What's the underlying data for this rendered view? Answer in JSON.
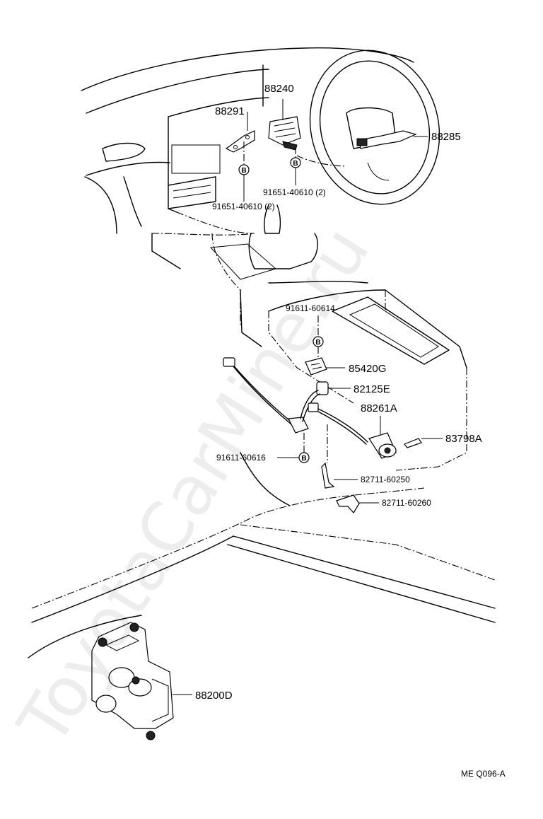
{
  "labels": {
    "p88240": "88240",
    "p88291": "88291",
    "p88285": "88285",
    "bolt_right": "91651-40610 (2)",
    "bolt_left": "91651-40610 (2)",
    "p91611_60614": "91611-60614",
    "p85420G": "85420G",
    "p82125E": "82125E",
    "p88261A": "88261A",
    "p83798A": "83798A",
    "p91611_60616": "91611-60616",
    "p82711_60250": "82711-60250",
    "p82711_60260": "82711-60260",
    "p88200D": "88200D"
  },
  "bolt_marker": "B",
  "watermark": "ToyotaCarMine.ru",
  "diagram_code": "ME Q096-A"
}
